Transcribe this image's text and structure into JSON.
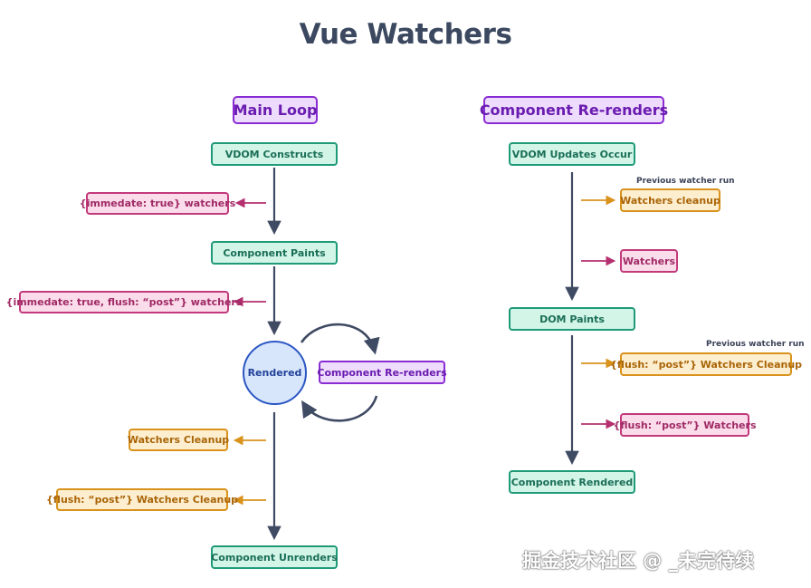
{
  "title": "Vue Watchers",
  "main_loop": {
    "header": "Main Loop",
    "vdom_constructs": "VDOM Constructs",
    "immediate_watchers": "{immedate: true} watchers",
    "component_paints": "Component Paints",
    "immediate_post_watchers": "{immedate: true, flush: “post”} watchers",
    "rendered": "Rendered",
    "component_rerenders": "Component Re-renders",
    "watchers_cleanup": "Watchers Cleanup",
    "post_watchers_cleanup": "{flush: “post”} Watchers Cleanup",
    "component_unrenders": "Component Unrenders"
  },
  "rerenders": {
    "header": "Component Re-renders",
    "vdom_updates": "VDOM Updates Occur",
    "prev_run_1": "Previous watcher run",
    "watchers_cleanup": "Watchers cleanup",
    "watchers": "Watchers",
    "dom_paints": "DOM Paints",
    "prev_run_2": "Previous watcher run",
    "post_watchers_cleanup": "{flush: “post”} Watchers Cleanup",
    "post_watchers": "{flush: “post”} Watchers",
    "component_rendered": "Component Rendered"
  },
  "watermark": "掘金技术社区 @ _未完待续",
  "colors": {
    "teal": "#1f9a78",
    "pink": "#c23a7c",
    "orange": "#d9921c",
    "purple": "#8a2cd3",
    "blue": "#2b56c4",
    "arrow": "#3f4a63"
  }
}
